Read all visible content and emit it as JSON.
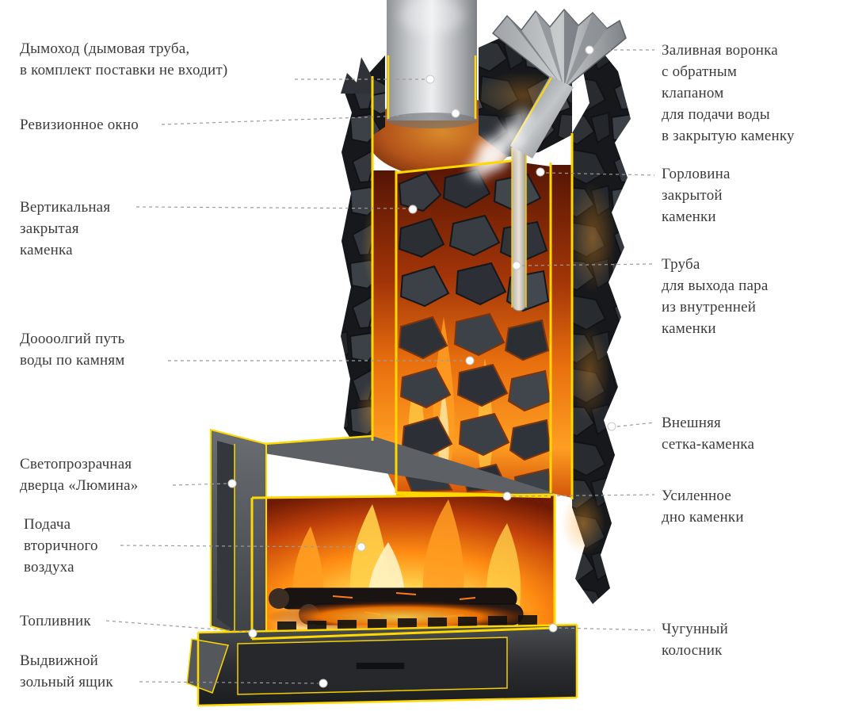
{
  "labels": {
    "left": [
      {
        "id": "chimney",
        "lines": [
          "Дымоход (дымовая труба,",
          "в комплект поставки не входит)"
        ]
      },
      {
        "id": "inspection-window",
        "lines": [
          "Ревизионное окно"
        ]
      },
      {
        "id": "vertical-closed-heater",
        "lines": [
          "Вертикальная",
          "закрытая",
          "каменка"
        ]
      },
      {
        "id": "long-water-path",
        "lines": [
          "Доооолгий путь",
          "воды по камням"
        ]
      },
      {
        "id": "lumina-door",
        "lines": [
          "Светопрозрачная",
          "дверца «Люмина»"
        ]
      },
      {
        "id": "secondary-air",
        "lines": [
          "Подача",
          "вторичного",
          "воздуха"
        ]
      },
      {
        "id": "firebox",
        "lines": [
          "Топливник"
        ]
      },
      {
        "id": "ash-drawer",
        "lines": [
          "Выдвижной",
          "зольный ящик"
        ]
      }
    ],
    "right": [
      {
        "id": "pouring-funnel",
        "lines": [
          "Заливная воронка",
          "с обратным",
          "клапаном",
          "для подачи воды",
          "в закрытую каменку"
        ]
      },
      {
        "id": "heater-neck",
        "lines": [
          "Горловина",
          "закрытой",
          "каменки"
        ]
      },
      {
        "id": "steam-outlet-pipe",
        "lines": [
          "Труба",
          "для выхода пара",
          "из внутренней",
          "каменки"
        ]
      },
      {
        "id": "outer-mesh-heater",
        "lines": [
          "Внешняя",
          "сетка-каменка"
        ]
      },
      {
        "id": "reinforced-bottom",
        "lines": [
          "Усиленное",
          "дно каменки"
        ]
      },
      {
        "id": "cast-iron-grate",
        "lines": [
          "Чугунный",
          "колосник"
        ]
      }
    ]
  },
  "colors": {
    "background": "#ffffff",
    "text": "#3b3b3b",
    "leader_line": "#9b9b9b",
    "cut_highlight": "#ffd800",
    "fire_orange": "#ff8c12",
    "stone_dark": "#2c3036",
    "metal_gray": "#55585c"
  }
}
